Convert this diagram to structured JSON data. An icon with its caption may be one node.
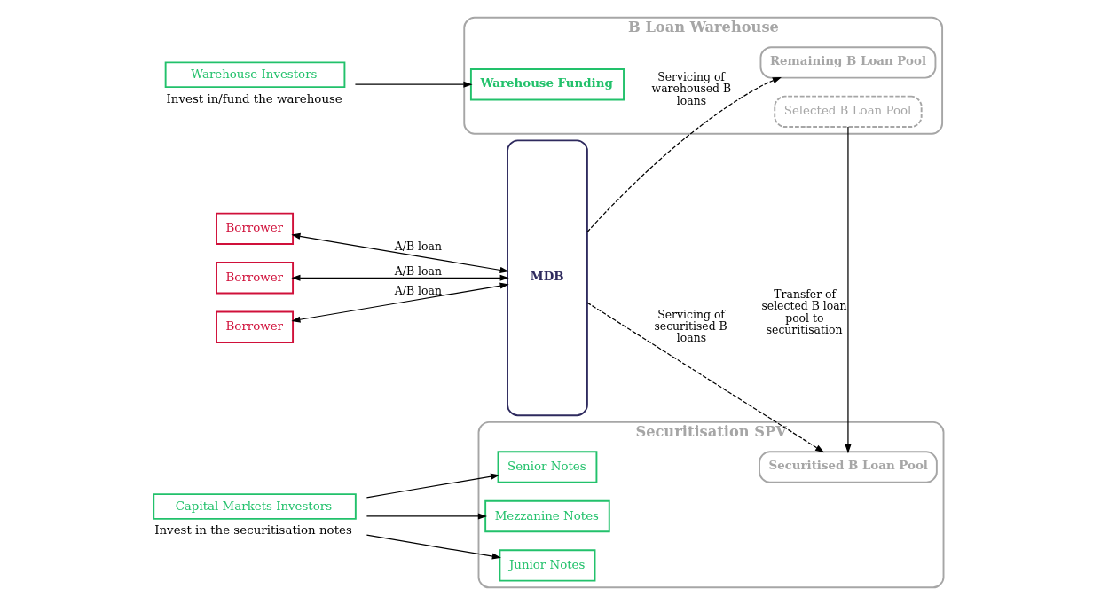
{
  "diagram": {
    "nodes": [
      {
        "text": [
          "Borrower"
        ]
      },
      {
        "text": [
          "Borrower"
        ]
      },
      {
        "text": [
          "Borrower"
        ]
      },
      {
        "text": [
          "MDB"
        ]
      },
      {
        "text": [
          "B Loan Warehouse"
        ]
      },
      {
        "text": [
          "Remaining B Loan Pool"
        ],
        "in": 4
      },
      {
        "text": [
          "Warehouse Funding"
        ],
        "in": 4
      },
      {
        "text": [
          "Selected B Loan Pool"
        ],
        "in": 4
      },
      {
        "text": [
          "Warehouse Investors"
        ],
        "beside": [
          "Invest in/fund the warehouse"
        ]
      },
      {
        "text": [
          "Securitisation SPV"
        ]
      },
      {
        "text": [
          "Securitised B Loan Pool"
        ],
        "in": 9
      },
      {
        "text": [
          "Senior Notes"
        ],
        "in": 9
      },
      {
        "text": [
          "Mezzanine Notes"
        ],
        "in": 9
      },
      {
        "text": [
          "Junior Notes"
        ],
        "in": 9
      },
      {
        "text": [
          "Capital Markets Investors"
        ],
        "beside": [
          "Invest in the securitisation notes"
        ]
      }
    ],
    "edges": [
      {
        "from": 0,
        "to": 3,
        "arrow": "both",
        "label": "A/B loan"
      },
      {
        "from": 1,
        "to": 3,
        "arrow": "both",
        "label": "A/B loan"
      },
      {
        "from": 2,
        "to": 3,
        "arrow": "both",
        "label": "A/B loan"
      },
      {
        "from": 3,
        "to": 5,
        "arrow": "to",
        "style": "dashed",
        "label": "Servicing of warehoused B loans"
      },
      {
        "from": 8,
        "to": 6,
        "arrow": "to"
      },
      {
        "from": 7,
        "to": 10,
        "arrow": "to",
        "label": "Transfer of selected B loan pool to securitisation"
      },
      {
        "from": 3,
        "to": 10,
        "arrow": "to",
        "style": "dashed",
        "label": "Servicing of securitised B loans"
      },
      {
        "from": 14,
        "to": 11,
        "arrow": "to"
      },
      {
        "from": 14,
        "to": 12,
        "arrow": "to"
      },
      {
        "from": 14,
        "to": 13,
        "arrow": "to"
      }
    ]
  }
}
